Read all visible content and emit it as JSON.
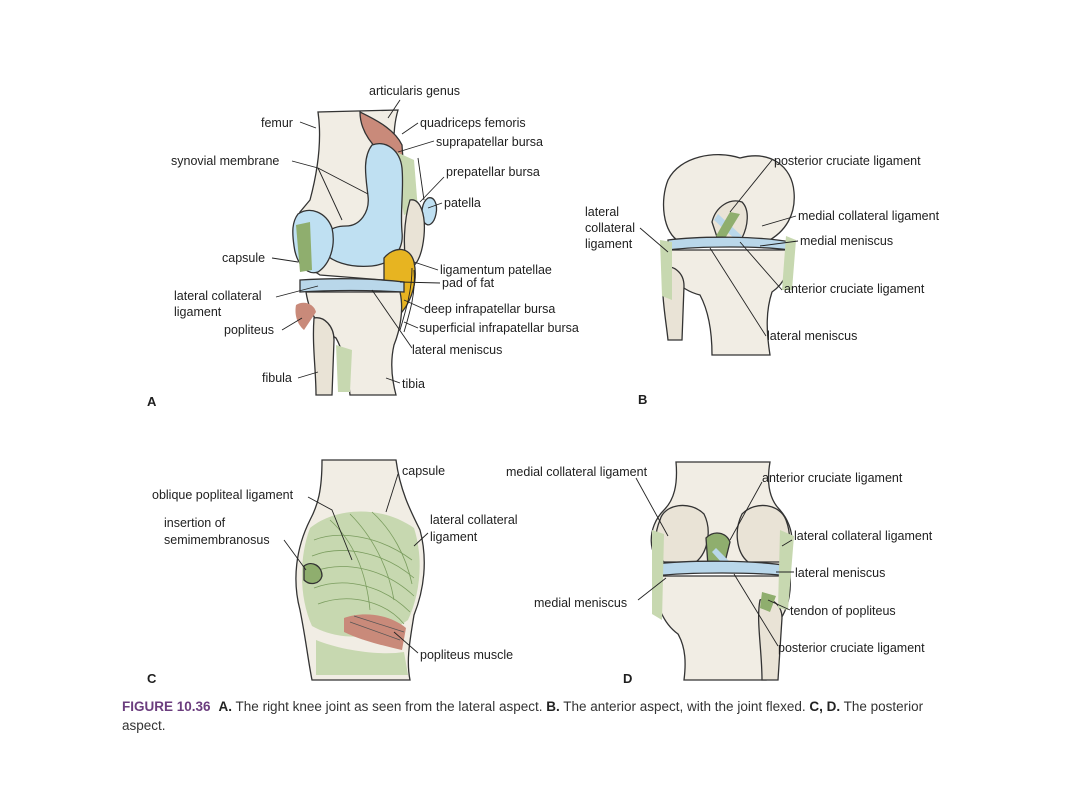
{
  "panels": {
    "A": {
      "letter": "A",
      "labels": {
        "articularis_genus": "articularis genus",
        "femur": "femur",
        "quadriceps_femoris": "quadriceps femoris",
        "suprapatellar_bursa": "suprapatellar bursa",
        "synovial_membrane": "synovial membrane",
        "prepatellar_bursa": "prepatellar bursa",
        "patella": "patella",
        "capsule": "capsule",
        "ligamentum_patellae": "ligamentum patellae",
        "pad_of_fat": "pad of fat",
        "lateral_collateral_ligament_1": "lateral collateral",
        "lateral_collateral_ligament_2": "ligament",
        "deep_infrapatellar_bursa": "deep infrapatellar bursa",
        "popliteus": "popliteus",
        "superficial_infrapatellar_bursa": "superficial infrapatellar bursa",
        "lateral_meniscus": "lateral meniscus",
        "fibula": "fibula",
        "tibia": "tibia"
      }
    },
    "B": {
      "letter": "B",
      "labels": {
        "posterior_cruciate_ligament": "posterior cruciate ligament",
        "lateral_collateral_ligament_1": "lateral",
        "lateral_collateral_ligament_2": "collateral",
        "lateral_collateral_ligament_3": "ligament",
        "medial_collateral_ligament": "medial collateral ligament",
        "medial_meniscus": "medial meniscus",
        "anterior_cruciate_ligament": "anterior cruciate ligament",
        "lateral_meniscus": "lateral meniscus"
      }
    },
    "C": {
      "letter": "C",
      "labels": {
        "capsule": "capsule",
        "oblique_popliteal_ligament": "oblique popliteal ligament",
        "insertion_1": "insertion of",
        "insertion_2": "semimembranosus",
        "lateral_collateral_ligament_1": "lateral collateral",
        "lateral_collateral_ligament_2": "ligament",
        "popliteus_muscle": "popliteus muscle"
      }
    },
    "D": {
      "letter": "D",
      "labels": {
        "medial_collateral_ligament": "medial collateral ligament",
        "anterior_cruciate_ligament": "anterior cruciate ligament",
        "lateral_collateral_ligament": "lateral collateral ligament",
        "lateral_meniscus": "lateral meniscus",
        "medial_meniscus": "medial meniscus",
        "tendon_of_popliteus": "tendon of popliteus",
        "posterior_cruciate_ligament": "posterior cruciate ligament"
      }
    }
  },
  "caption": {
    "figure_number": "FIGURE 10.36",
    "a_label": "A.",
    "a_text": " The right knee joint as seen from the lateral aspect. ",
    "b_label": "B.",
    "b_text": " The anterior aspect, with the joint flexed. ",
    "cd_label": "C, D.",
    "cd_text": " The posterior aspect."
  },
  "colors": {
    "bone": "#f1ede4",
    "synovial": "#bfe0f2",
    "fat": "#e7b421",
    "muscle": "#c7d8b0",
    "muscle_dark": "#8fae6e",
    "meniscus": "#b9d7ea",
    "caption_figure_number": "#6b3d7e"
  }
}
